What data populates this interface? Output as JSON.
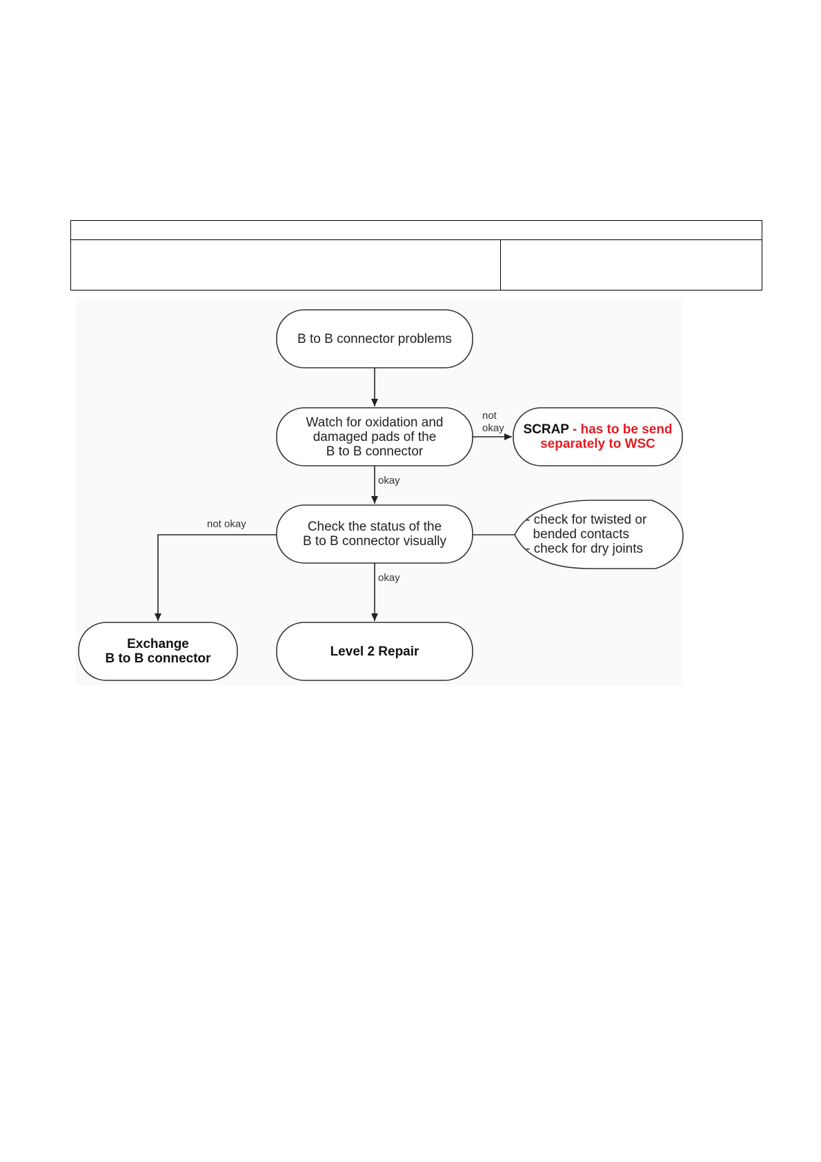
{
  "flowchart": {
    "start": "B to B connector problems",
    "watch": "Watch for oxidation and\ndamaged pads of the\nB to B connector",
    "scrap_black": "SCRAP",
    "scrap_red": " - has to be send\nseparately to WSC",
    "check": "Check the status of the\nB to B connector visually",
    "note": "- check for twisted or\n  bended contacts\n- check for dry joints",
    "exchange": "Exchange\nB to B connector",
    "level2": "Level 2 Repair",
    "label_not_okay_1": "not\nokay",
    "label_okay_1": "okay",
    "label_not_okay_2": "not okay",
    "label_okay_2": "okay"
  },
  "colors": {
    "warning": "#e31b23",
    "stroke": "#333333"
  }
}
